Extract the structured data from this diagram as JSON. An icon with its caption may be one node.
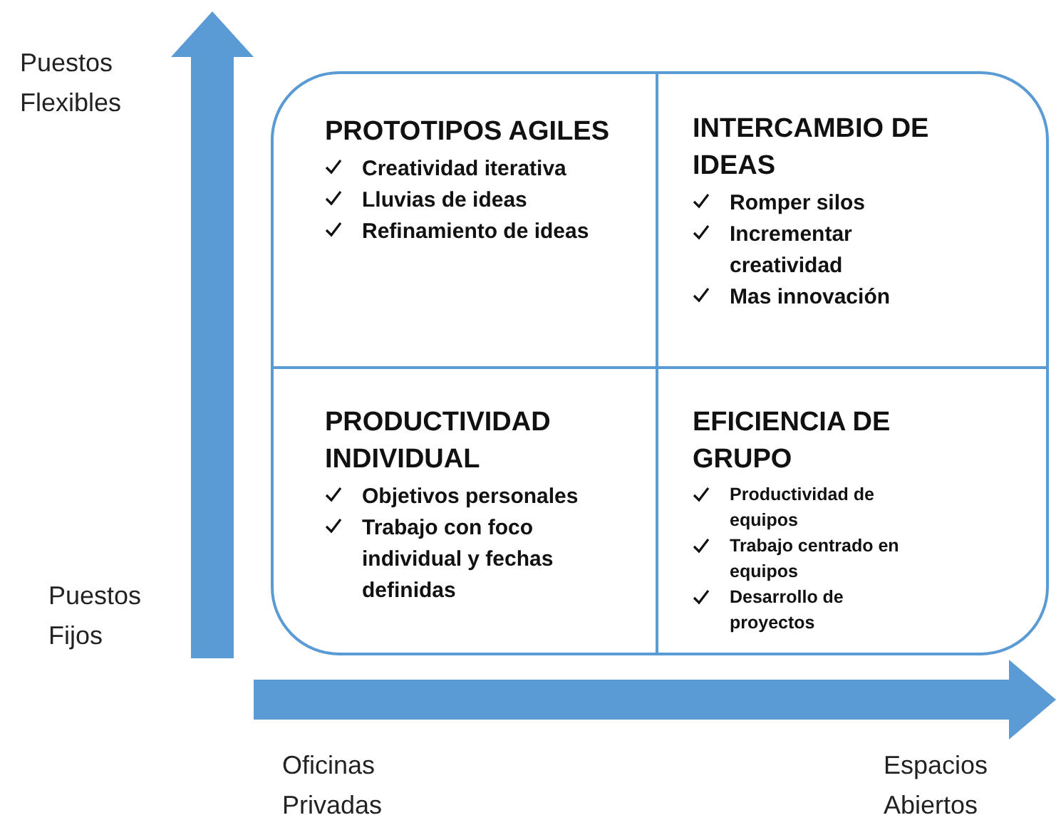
{
  "diagram": {
    "nodes": [
      {
        "text": [],
        "shape": "box"
      },
      {
        "text": [
          "PROTOTIPOS AGILES",
          "Creatividad iterativa",
          "Lluvias de ideas",
          "Refinamiento de ideas"
        ],
        "in": 0
      },
      {
        "text": [
          "INTERCAMBIO DE IDEAS",
          "Romper silos",
          "Incrementar creatividad",
          "Mas innovación"
        ],
        "in": 0
      },
      {
        "text": [
          "PRODUCTIVIDAD INDIVIDUAL",
          "Objetivos personales",
          "Trabajo con foco individual y fechas definidas"
        ],
        "in": 0
      },
      {
        "text": [
          "EFICIENCIA DE GRUPO",
          "Productividad de equipos",
          "Trabajo centrado en equipos",
          "Desarrollo de proyectos"
        ],
        "in": 0
      }
    ],
    "edges": [],
    "labels": [
      "Puestos Flexibles",
      "Puestos Fijos",
      "Oficinas Privadas",
      "Espacios Abiertos"
    ]
  }
}
